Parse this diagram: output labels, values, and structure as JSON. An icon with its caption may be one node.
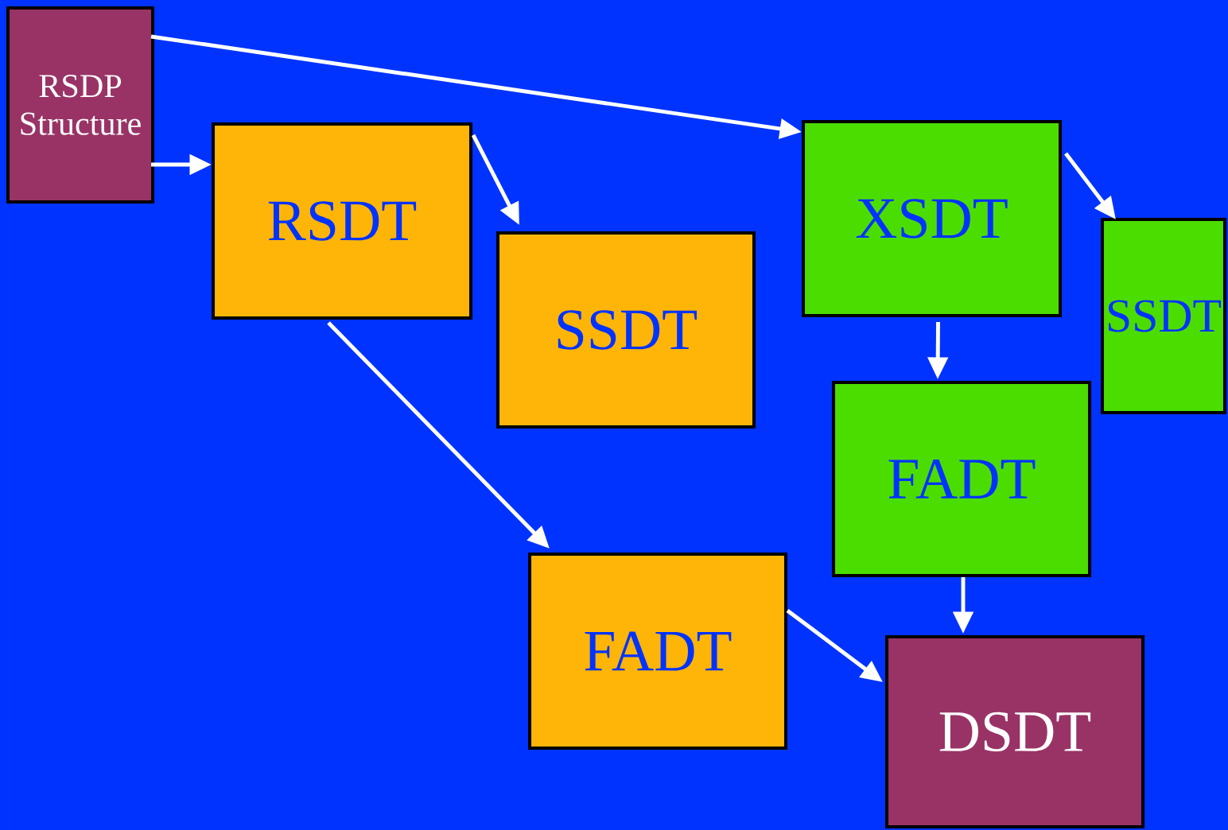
{
  "diagram": {
    "nodes": [
      {
        "text": [
          "RSDP Structure"
        ]
      },
      {
        "text": [
          "RSDT"
        ]
      },
      {
        "text": [
          "SSDT"
        ]
      },
      {
        "text": [
          "XSDT"
        ]
      },
      {
        "text": [
          "SSDT"
        ]
      },
      {
        "text": [
          "FADT"
        ]
      },
      {
        "text": [
          "FADT"
        ]
      },
      {
        "text": [
          "DSDT"
        ]
      }
    ],
    "edges": [
      {
        "from": 0,
        "to": 3,
        "arrow": "to"
      },
      {
        "from": 0,
        "to": 1,
        "arrow": "to"
      },
      {
        "from": 1,
        "to": 2,
        "arrow": "to"
      },
      {
        "from": 1,
        "to": 6,
        "arrow": "to"
      },
      {
        "from": 3,
        "to": 4,
        "arrow": "to"
      },
      {
        "from": 3,
        "to": 5,
        "arrow": "to"
      },
      {
        "from": 5,
        "to": 7,
        "arrow": "to"
      },
      {
        "from": 6,
        "to": 7,
        "arrow": "to"
      }
    ]
  }
}
